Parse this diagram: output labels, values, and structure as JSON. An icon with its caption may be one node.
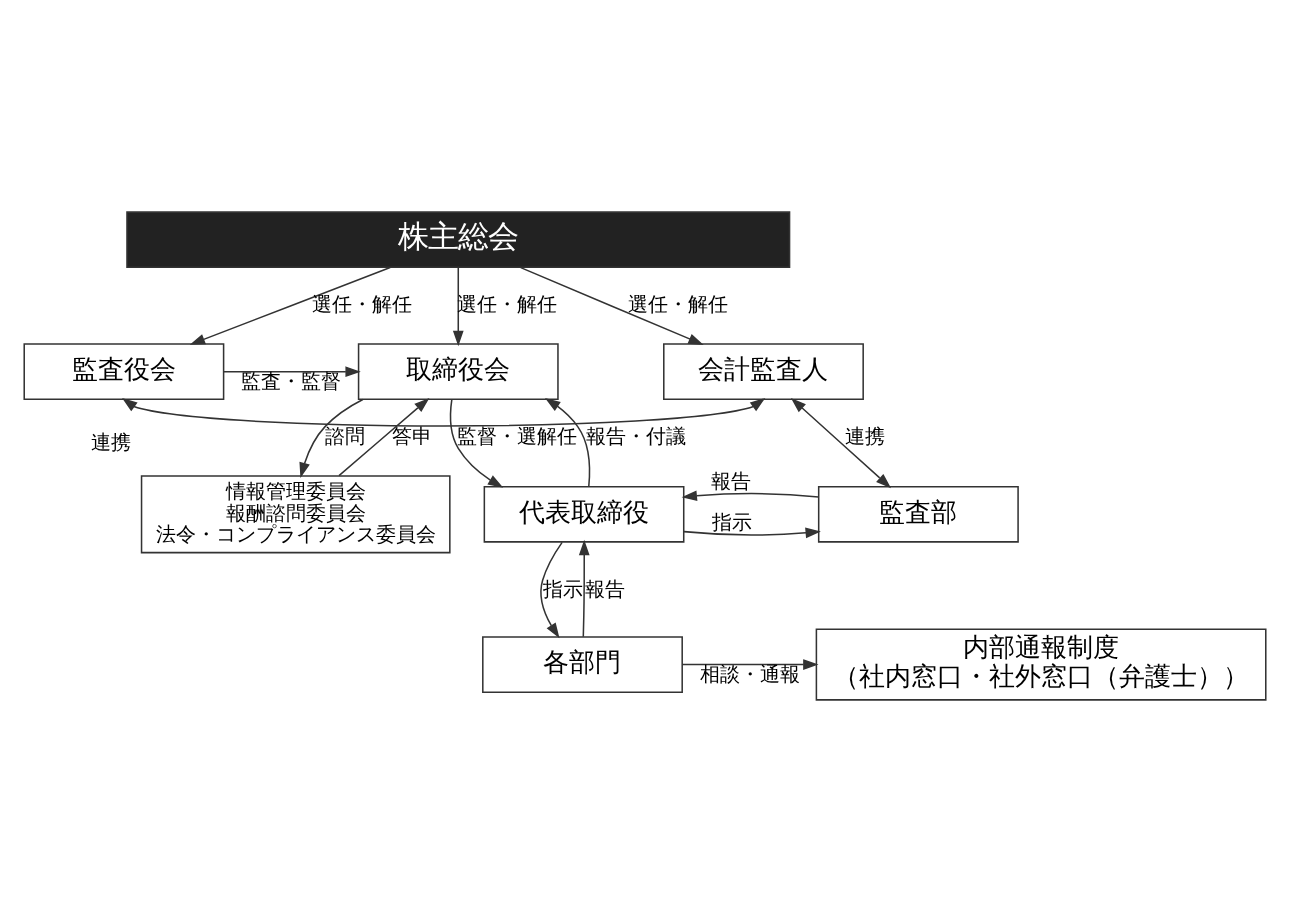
{
  "diagram": {
    "nodes": [
      {
        "text": [
          "株主総会"
        ]
      },
      {
        "text": [
          "監査役会"
        ]
      },
      {
        "text": [
          "取締役会"
        ]
      },
      {
        "text": [
          "会計監査人"
        ]
      },
      {
        "text": [
          "情報管理委員会",
          "報酬諮問委員会",
          "法令・コンプライアンス委員会"
        ]
      },
      {
        "text": [
          "代表取締役"
        ]
      },
      {
        "text": [
          "監査部"
        ]
      },
      {
        "text": [
          "各部門"
        ]
      },
      {
        "text": [
          "内部通報制度",
          "（社内窓口・社外窓口（弁護士））"
        ]
      }
    ],
    "edges": [
      {
        "from": 0,
        "to": 1,
        "arrow": "to",
        "label": "選任・解任"
      },
      {
        "from": 0,
        "to": 2,
        "arrow": "to",
        "label": "選任・解任"
      },
      {
        "from": 0,
        "to": 3,
        "arrow": "to",
        "label": "選任・解任"
      },
      {
        "from": 1,
        "to": 2,
        "arrow": "to",
        "label": "監査・監督"
      },
      {
        "from": 4,
        "to": 2,
        "arrow": "to",
        "label": "答申"
      },
      {
        "from": 2,
        "to": 4,
        "arrow": "to",
        "label": "諮問"
      },
      {
        "from": 1,
        "to": 3,
        "arrow": "both",
        "label": "連携"
      },
      {
        "from": 3,
        "to": 6,
        "arrow": "both",
        "label": "連携"
      },
      {
        "from": 2,
        "to": 5,
        "arrow": "to",
        "label": "監督・選解任"
      },
      {
        "from": 5,
        "to": 2,
        "arrow": "to",
        "label": "報告・付議"
      },
      {
        "from": 5,
        "to": 6,
        "arrow": "to",
        "label": "指示"
      },
      {
        "from": 6,
        "to": 5,
        "arrow": "to",
        "label": "報告"
      },
      {
        "from": 5,
        "to": 7,
        "arrow": "to",
        "label": "指示"
      },
      {
        "from": 7,
        "to": 5,
        "arrow": "to",
        "label": "報告"
      },
      {
        "from": 7,
        "to": 8,
        "arrow": "to",
        "label": "相談・通報"
      }
    ]
  }
}
